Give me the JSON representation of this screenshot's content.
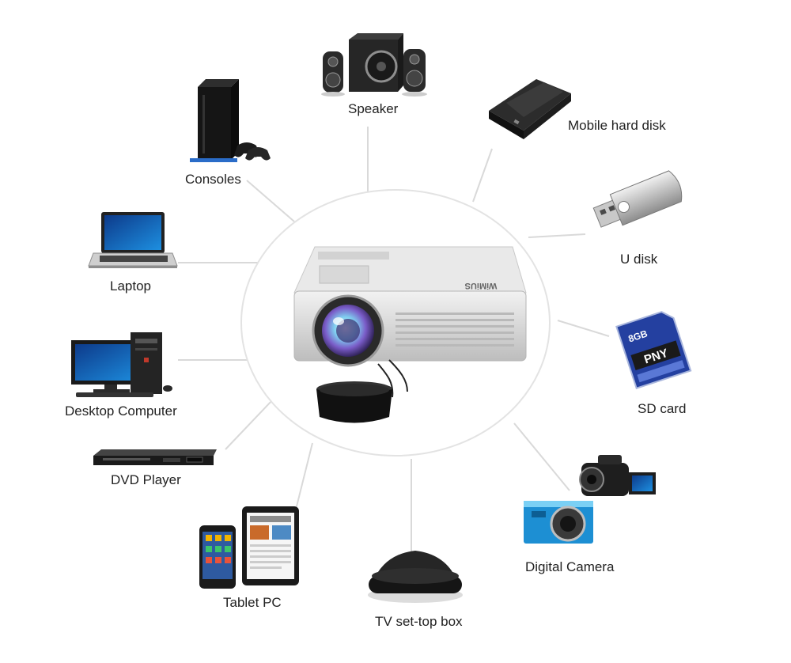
{
  "center": {
    "name": "projector",
    "brand": "WiMiUS"
  },
  "devices": [
    {
      "id": "speaker",
      "label": "Speaker"
    },
    {
      "id": "mobile-hard-disk",
      "label": "Mobile hard disk"
    },
    {
      "id": "u-disk",
      "label": "U disk"
    },
    {
      "id": "sd-card",
      "label": "SD card",
      "card_text": "8GB",
      "card_brand": "PNY"
    },
    {
      "id": "digital-camera",
      "label": "Digital Camera"
    },
    {
      "id": "tv-set-top-box",
      "label": "TV set-top box"
    },
    {
      "id": "tablet-pc",
      "label": "Tablet PC"
    },
    {
      "id": "dvd-player",
      "label": "DVD Player"
    },
    {
      "id": "desktop-computer",
      "label": "Desktop Computer"
    },
    {
      "id": "laptop",
      "label": "Laptop"
    },
    {
      "id": "consoles",
      "label": "Consoles"
    }
  ],
  "colors": {
    "connector": "#d9d9d9",
    "circle": "#e3e3e3",
    "label": "#222222",
    "lens": "#7a5cc8"
  }
}
